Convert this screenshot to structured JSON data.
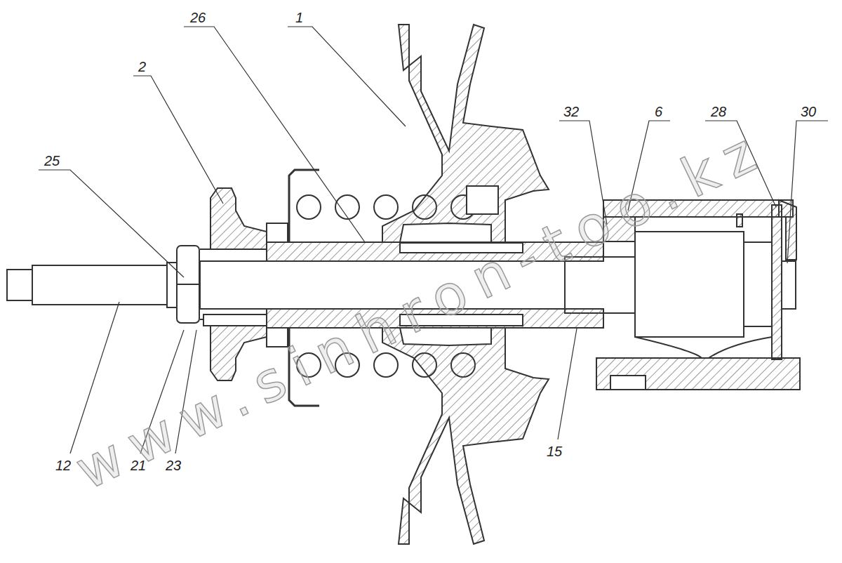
{
  "diagram": {
    "labels": [
      "26",
      "1",
      "2",
      "25",
      "32",
      "6",
      "28",
      "30",
      "12",
      "21",
      "23",
      "15",
      "www.sinhron-too.kz"
    ]
  }
}
